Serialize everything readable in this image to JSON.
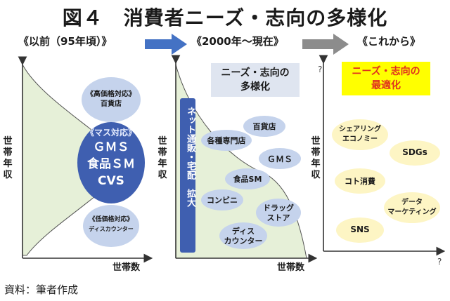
{
  "title": "図４　消費者ニーズ・志向の多様化",
  "eras": {
    "past": "《以前（95年頃）》",
    "present": "《2000年～現在》",
    "future": "《これから》"
  },
  "axes": {
    "y_label": "世帯年収",
    "x_label": "世帯数",
    "unknown": "?"
  },
  "panel1": {
    "top_label_1": "《高価格対応》",
    "top_label_2": "百貨店",
    "center_label_1": "《マス対応》",
    "center_label_2": "ＧＭＳ",
    "center_label_3": "食品ＳＭ",
    "center_label_4": "CVS",
    "bottom_label_1": "《低価格対応》",
    "bottom_label_2": "ディスカウンター"
  },
  "panel2": {
    "box_title_1": "ニーズ・志向の",
    "box_title_2": "多様化",
    "net_label": "ネット通販・宅配　拡大",
    "formats": [
      {
        "label": "百貨店"
      },
      {
        "label": "各種専門店"
      },
      {
        "label": "ＧＭＳ"
      },
      {
        "label": "食品SM"
      },
      {
        "label": "コンビニ"
      },
      {
        "label_1": "ドラッグ",
        "label_2": "ストア"
      },
      {
        "label_1": "ディス",
        "label_2": "カウンター"
      }
    ]
  },
  "panel3": {
    "box_title_1": "ニーズ・志向の",
    "box_title_2": "最適化",
    "items": [
      {
        "label_1": "シェアリング",
        "label_2": "エコノミー"
      },
      {
        "label": "SDGs"
      },
      {
        "label": "コト消費"
      },
      {
        "label_1": "データ",
        "label_2": "マーケティング"
      },
      {
        "label": "SNS"
      }
    ]
  },
  "source": "資料：筆者作成",
  "colors": {
    "arrow_blue": "#4472c4",
    "arrow_gray": "#8c8c8c",
    "distribution_fill": "#e6f0d8",
    "light_blue": "#c5d3ec",
    "dark_blue": "#3f5fb0",
    "yellow_light": "#fdf5c4",
    "yellow_box": "#ffff00",
    "red_text": "#e0301e"
  }
}
